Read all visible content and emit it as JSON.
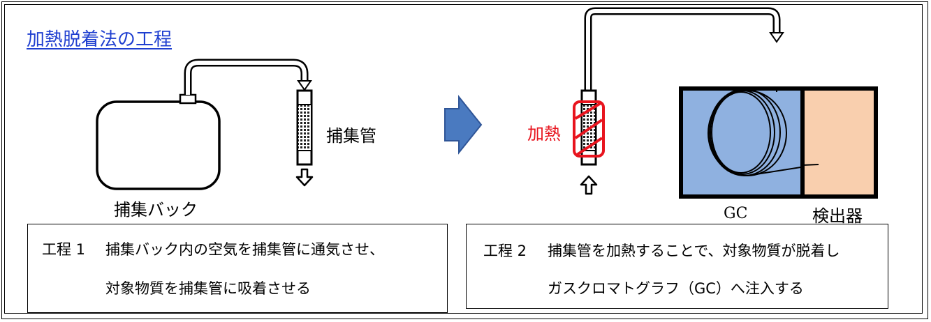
{
  "heading": "加熱脱着法の工程",
  "labels": {
    "trap_tube": "捕集管",
    "sampling_bag": "捕集バック",
    "heating": "加熱",
    "gc": "GC",
    "detector": "検出器"
  },
  "steps": [
    {
      "number": "工程 1",
      "line1": "捕集バック内の空気を捕集管に通気させ、",
      "line2": "対象物質を捕集管に吸着させる"
    },
    {
      "number": "工程 2",
      "line1": "捕集管を加熱することで、対象物質が脱着し",
      "line2": "ガスクロマトグラフ（GC）へ注入する"
    }
  ],
  "colors": {
    "heading": "#1f3fd0",
    "heating": "#e8141e",
    "process_arrow": "#4a7ac0",
    "gc_box": "#8fb1e0",
    "detector_box": "#f9cfae"
  }
}
